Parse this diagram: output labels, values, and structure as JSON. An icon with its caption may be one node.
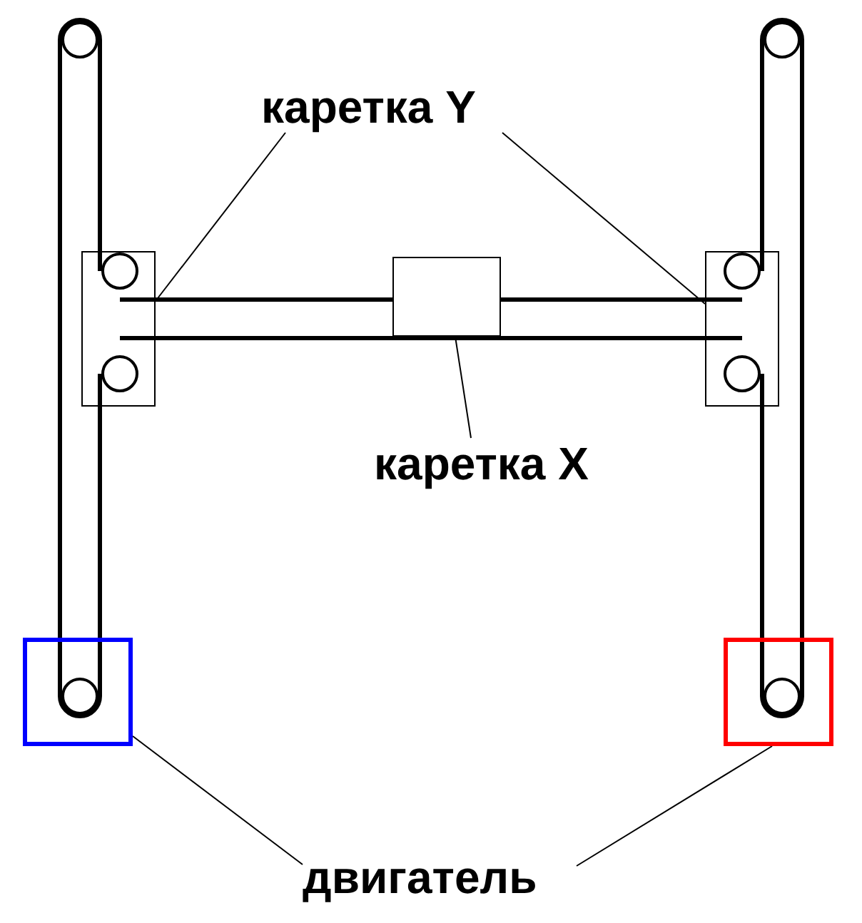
{
  "diagram": {
    "nodes": [
      {
        "text": [
          "каретка Y"
        ]
      },
      {
        "text": [],
        "shape": "box"
      },
      {
        "text": [],
        "shape": "box"
      },
      {
        "text": [
          "каретка X"
        ]
      },
      {
        "text": [],
        "shape": "box"
      },
      {
        "text": [
          "двигатель"
        ]
      },
      {
        "text": [],
        "shape": "box"
      },
      {
        "text": [],
        "shape": "box"
      }
    ],
    "edges": [
      {
        "from": 0,
        "to": 1,
        "arrow": "none"
      },
      {
        "from": 0,
        "to": 2,
        "arrow": "none"
      },
      {
        "from": 3,
        "to": 4,
        "arrow": "none"
      },
      {
        "from": 5,
        "to": 6,
        "arrow": "none"
      },
      {
        "from": 5,
        "to": 7,
        "arrow": "none"
      }
    ]
  }
}
